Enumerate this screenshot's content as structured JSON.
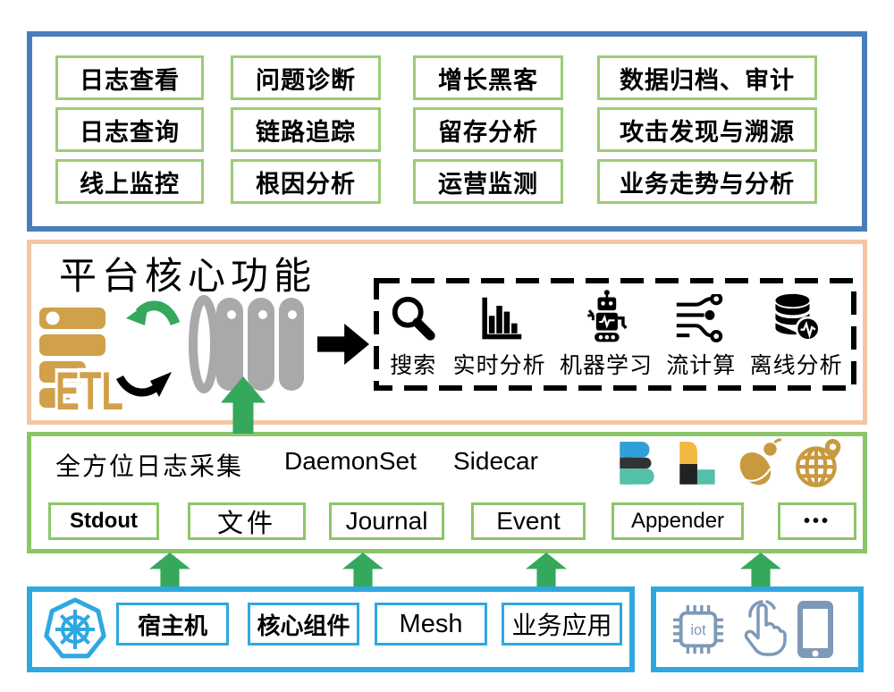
{
  "diagram": {
    "apps": {
      "items": [
        "日志查看",
        "问题诊断",
        "增长黑客",
        "数据归档、审计",
        "日志查询",
        "链路追踪",
        "留存分析",
        "攻击发现与溯源",
        "线上监控",
        "根因分析",
        "运营监测",
        "业务走势与分析"
      ]
    },
    "platform": {
      "title": "平台核心功能",
      "etl_label": "ETL",
      "outputs": [
        "搜索",
        "实时分析",
        "机器学习",
        "流计算",
        "离线分析"
      ]
    },
    "collect": {
      "title": "全方位日志采集",
      "modes": [
        "DaemonSet",
        "Sidecar"
      ],
      "sources": [
        "Stdout",
        "文件",
        "Journal",
        "Event",
        "Appender",
        "•••"
      ]
    },
    "infra": {
      "items": [
        "宿主机",
        "核心组件",
        "Mesh",
        "业务应用"
      ]
    },
    "devices": {
      "chip_label": "iot"
    },
    "icons": {
      "platform_outputs": [
        "search-icon",
        "bar-chart-icon",
        "robot-icon",
        "flow-lines-icon",
        "database-wave-icon"
      ],
      "platform_left": [
        "etl-server-icon",
        "green-curved-arrow",
        "black-curved-arrow",
        "cylinder-storage-icon",
        "right-block-arrow"
      ],
      "collector_logos": [
        "beats-logo",
        "logstash-logo",
        "beetle-icon",
        "globe-pin-icon"
      ],
      "infra_icon": "kubernetes-icon",
      "device_icons": [
        "iot-chip-icon",
        "touch-icon",
        "smartphone-icon"
      ]
    },
    "colors": {
      "top_border": "#4a7ebb",
      "capability_box_border": "#9ccc76",
      "platform_border": "#f5c6a5",
      "collect_border": "#8cc569",
      "arrow_green": "#35a85c",
      "infra_border": "#2fa8e1",
      "etl_gold": "#d0a14a",
      "logo_gold": "#c89a3e",
      "storage_gray": "#a9a9a9",
      "device_blue": "#7e99b8",
      "beats_blue": "#2f9fd8",
      "elastic_dark": "#333333",
      "elastic_teal": "#54c0a9",
      "logstash_yellow": "#f2b844"
    }
  }
}
